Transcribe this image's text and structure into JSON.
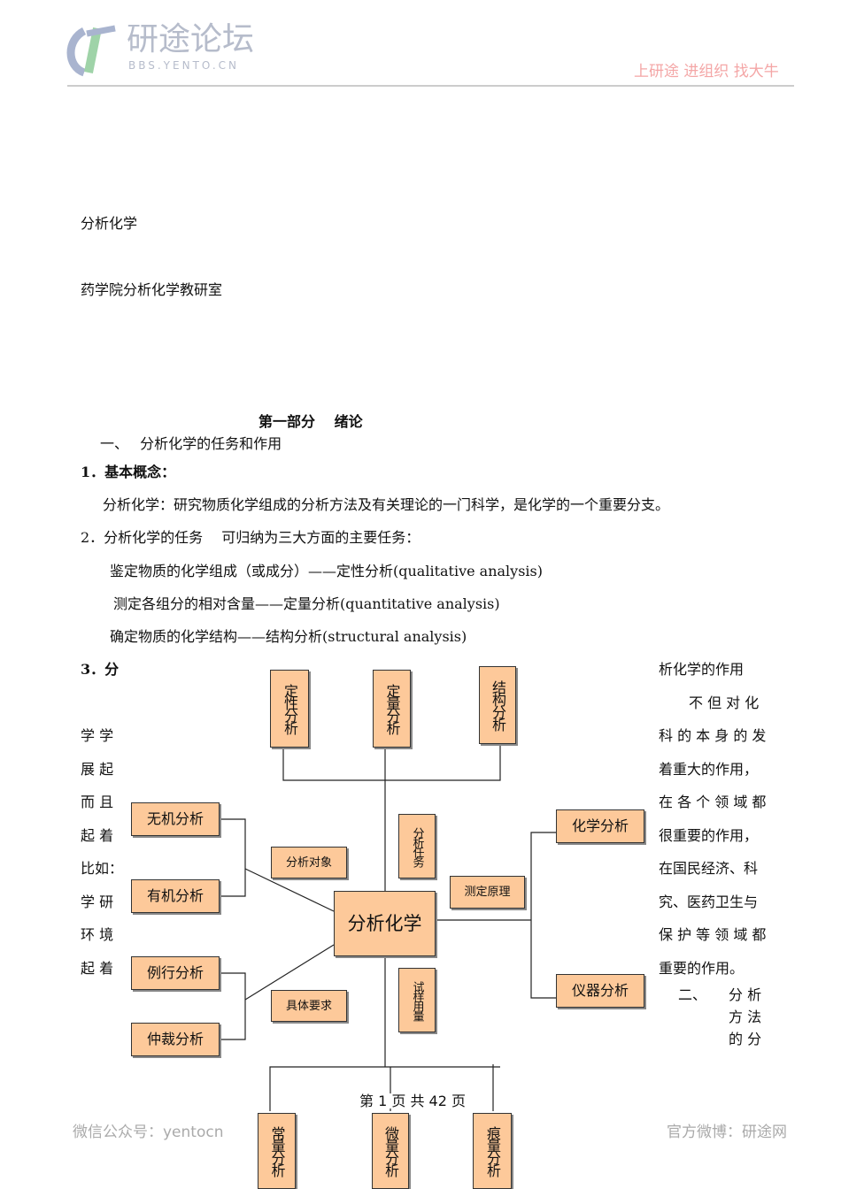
{
  "header": {
    "logo_text": "研途论坛",
    "logo_sub": "BBS.YENTO.CN",
    "slogan": "上研途 进组织 找大牛",
    "accent": "#f4a6a6"
  },
  "title": "分析化学",
  "dept": "药学院分析化学教研室",
  "part": "第一部分　 绪论",
  "section1": "一、　 分析化学的任务和作用",
  "s1_1": "1．基本概念：",
  "def": "分析化学：研究物质化学组成的分析方法及有关理论的一门科学，是化学的一个重要分支。",
  "s1_2": "2．分析化学的任务　 可归纳为三大方面的主要任务：",
  "tasks": [
    "鉴定物质的化学组成（或成分）——定性分析(qualitative analysis)",
    "测定各组分的相对含量——定量分析(quantitative analysis)",
    "确定物质的化学结构——结构分析(structural analysis)"
  ],
  "s1_3": "3．分",
  "left_col": [
    "学 学",
    "展 起",
    "而 且",
    "起 着",
    "比如：",
    "学 研",
    "环 境",
    "起 着"
  ],
  "right_col": [
    "析化学的作用",
    "不 但 对 化",
    "科 的 本 身 的 发",
    "着重大的作用，",
    "在 各 个 领 域 都",
    "很重要的作用，",
    "在国民经济、科",
    "究、医药卫生与",
    "保 护 等 领 域 都",
    "重要的作用。"
  ],
  "section2": [
    "二、",
    "分 析",
    "方 法",
    "的 分"
  ],
  "diagram": {
    "center": "分析化学",
    "top": [
      "定性分析",
      "定量分析",
      "结构分析"
    ],
    "left": [
      "无机分析",
      "有机分析",
      "例行分析",
      "仲裁分析"
    ],
    "labels": [
      "分析对象",
      "具体要求",
      "分析任务",
      "试样用量",
      "测定原理"
    ],
    "right": [
      "化学分析",
      "仪器分析"
    ],
    "bottom": [
      "常量分析",
      "微量分析",
      "痕量分析"
    ],
    "box_color": "#fdc99a"
  },
  "page_num": "第 1 页 共 42 页",
  "footer": {
    "left": "微信公众号：yentocn",
    "right": "官方微博：研途网"
  }
}
